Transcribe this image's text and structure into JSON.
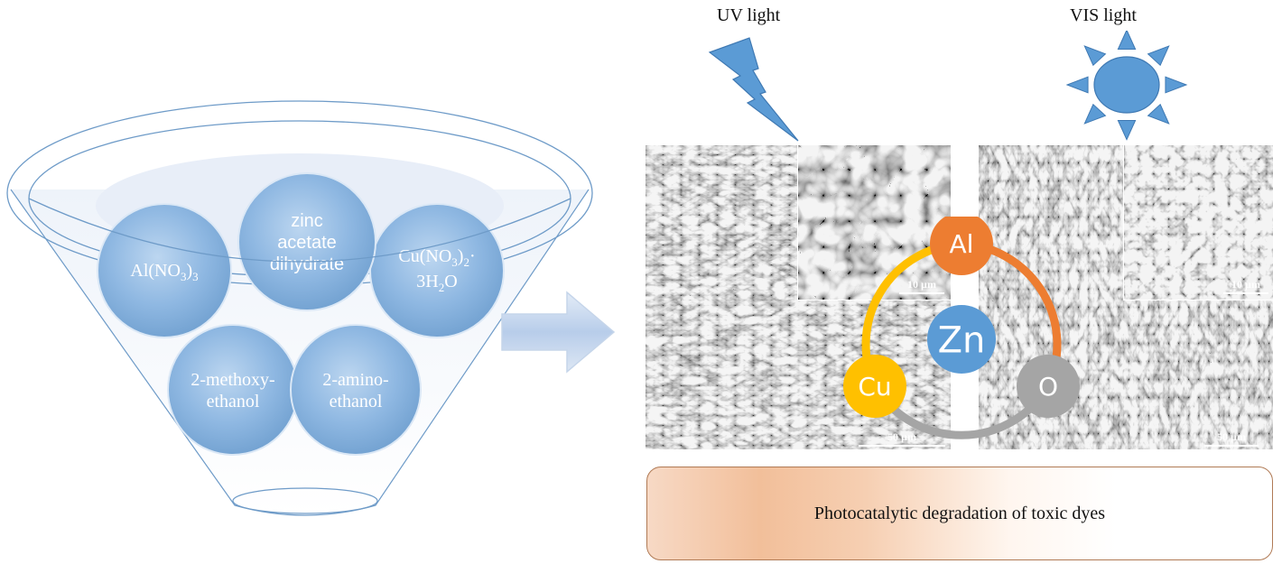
{
  "funnel": {
    "reagents": [
      {
        "id": "al",
        "lines": [
          "Al(NO",
          "3",
          ")",
          "3",
          ""
        ]
      },
      {
        "id": "zinc",
        "lines": [
          "zinc",
          "acetate",
          "dihydrate"
        ]
      },
      {
        "id": "cu",
        "lines": [
          "Cu(NO",
          "3",
          ")",
          "2",
          "·",
          "3H",
          "2",
          "O"
        ]
      },
      {
        "id": "methoxy",
        "lines": [
          "2-methoxy-",
          "ethanol"
        ]
      },
      {
        "id": "amino",
        "lines": [
          "2-amino-",
          "ethanol"
        ]
      }
    ]
  },
  "lights": {
    "uv_label": "UV light",
    "vis_label": "VIS light",
    "uv_color": "#5b9bd5",
    "sun_color": "#5b9bd5"
  },
  "sem": {
    "left_scale_main": "50 µm",
    "left_scale_inset": "10 µm",
    "right_scale_main": "50 µm",
    "right_scale_inset": "10 µm"
  },
  "elements": {
    "zn": {
      "label": "Zn",
      "color": "#5b9bd5"
    },
    "al": {
      "label": "Al",
      "color": "#ed7d31"
    },
    "cu": {
      "label": "Cu",
      "color": "#ffc000"
    },
    "o": {
      "label": "O",
      "color": "#a5a5a5"
    }
  },
  "result": {
    "text": "Photocatalytic degradation of toxic dyes"
  },
  "colors": {
    "bubble": "#8fb8e2",
    "arrow": "#b8cdea",
    "result_border": "#b07a55"
  }
}
